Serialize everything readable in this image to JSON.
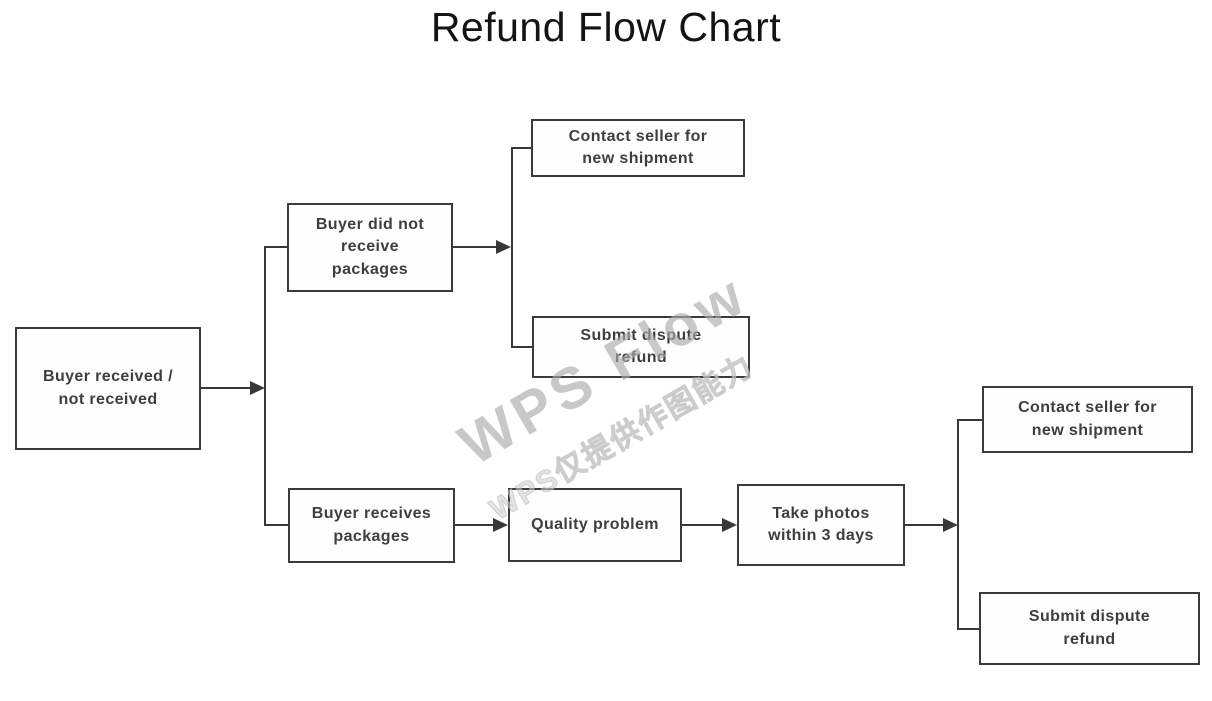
{
  "title": "Refund Flow Chart",
  "watermark": {
    "line1": "WPS Flow",
    "line2": "WPS仅提供作图能力"
  },
  "nodes": [
    {
      "id": "start",
      "label": "Buyer received /\nnot received"
    },
    {
      "id": "did-not-receive",
      "label": "Buyer did not\nreceive\npackages"
    },
    {
      "id": "contact-seller-top",
      "label": "Contact seller for\nnew shipment"
    },
    {
      "id": "dispute-refund-top",
      "label": "Submit dispute\nrefund"
    },
    {
      "id": "receives-packages",
      "label": "Buyer receives\npackages"
    },
    {
      "id": "quality-problem",
      "label": "Quality problem"
    },
    {
      "id": "take-photos",
      "label": "Take photos\nwithin 3 days"
    },
    {
      "id": "contact-seller-right",
      "label": "Contact seller for\nnew shipment"
    },
    {
      "id": "dispute-refund-right",
      "label": "Submit dispute\nrefund"
    }
  ],
  "edges": [
    {
      "from": "start",
      "to": "did-not-receive"
    },
    {
      "from": "start",
      "to": "receives-packages"
    },
    {
      "from": "did-not-receive",
      "to": "contact-seller-top"
    },
    {
      "from": "did-not-receive",
      "to": "dispute-refund-top"
    },
    {
      "from": "receives-packages",
      "to": "quality-problem"
    },
    {
      "from": "quality-problem",
      "to": "take-photos"
    },
    {
      "from": "take-photos",
      "to": "contact-seller-right"
    },
    {
      "from": "take-photos",
      "to": "dispute-refund-right"
    }
  ],
  "colors": {
    "background": "#ffffff",
    "box_border": "#3b3b3b",
    "box_fill": "#fefefe",
    "box_text": "#3e3e3e",
    "connector": "#383838",
    "title_text": "#141414",
    "watermark": "#bdbdbd"
  }
}
